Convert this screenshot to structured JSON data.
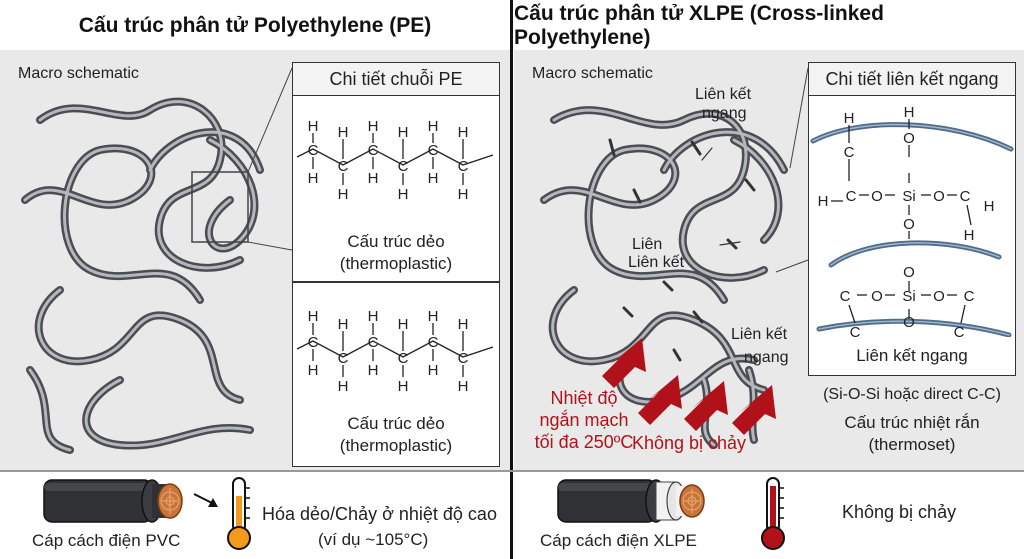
{
  "left": {
    "title": "Cấu trúc phân tử Polyethylene (PE)",
    "macro_label": "Macro schematic",
    "detail_title": "Chi tiết chuỗi PE",
    "caption1": "Cấu trúc dẻo",
    "caption1_sub": "(thermoplastic)",
    "caption2": "Cấu trúc dẻo",
    "caption2_sub": "(thermoplastic)",
    "atoms": {
      "h": "H",
      "c": "C"
    },
    "cable_label": "Cáp cách điện PVC",
    "melt_text": "Hóa dẻo/Chảy ở nhiệt độ cao",
    "melt_sub": "(ví dụ ~105°C)"
  },
  "right": {
    "title": "Cấu trúc phân tử XLPE (Cross-linked Polyethylene)",
    "macro_label": "Macro schematic",
    "cross_label_top_1": "Liên kết",
    "cross_label_top_2": "ngang",
    "cross_label_mid_1": "Liên",
    "cross_label_mid_2": "Liên kết",
    "cross_label_bot_1": "Liên kết",
    "cross_label_bot_2": "ngang",
    "heat_1": "Nhiệt độ",
    "heat_2": "ngắn mạch",
    "heat_3": "tối đa 250ºC",
    "no_melt_red": "Không bị chảy",
    "detail_title": "Chi tiết liên kết ngang",
    "detail_caption": "Liên kết ngang",
    "bond_note": "(Si-O-Si hoặc direct C-C)",
    "thermoset_1": "Cấu trúc nhiệt rắn",
    "thermoset_2": "(thermoset)",
    "atoms": {
      "h": "H",
      "c": "C",
      "o": "O",
      "si": "Si"
    },
    "cable_label": "Cáp cách điện XLPE",
    "no_melt": "Không bị chảy"
  },
  "colors": {
    "chain": "#5a5d63",
    "chain_light": "#a7a9ad",
    "blue_chain": "#4d6b8a",
    "red": "#b1121a",
    "copper": "#c8743a",
    "orange": "#f39a1c",
    "panel_bg": "#e9e9e9"
  }
}
